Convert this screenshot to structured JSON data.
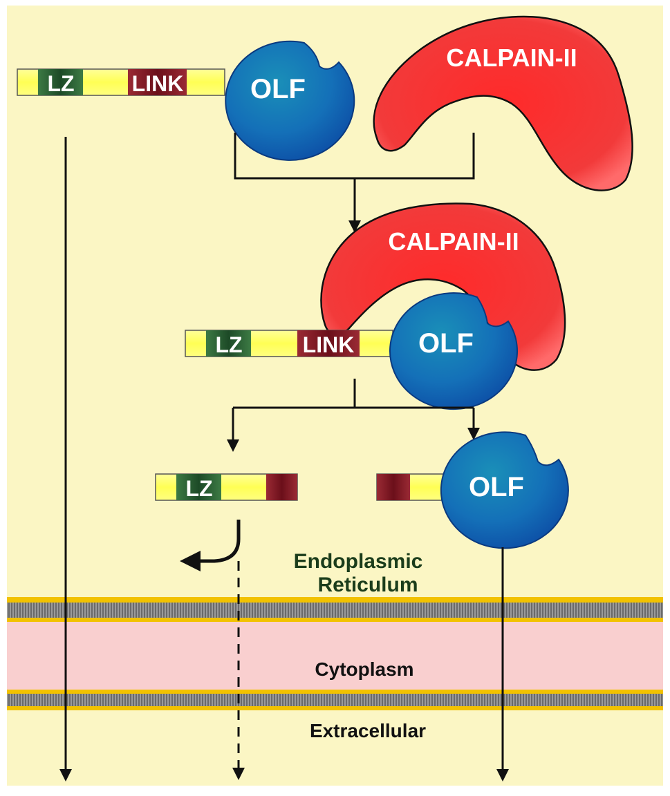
{
  "labels": {
    "lz": "LZ",
    "link": "LINK",
    "olf": "OLF",
    "calpain": "CALPAIN-II",
    "er_line1": "Endoplasmic",
    "er_line2": "Reticulum",
    "cytoplasm": "Cytoplasm",
    "extracellular": "Extracellular"
  },
  "colors": {
    "background": "#fbf6c4",
    "cytoplasm": "#f9cfcf",
    "gene_bar": "#ffff66",
    "lz_domain": "#1f4d2a",
    "link_domain": "#7a1420",
    "olf_domain": "#1466b8",
    "calpain": "#f03030",
    "text_region": "#1b3d1b",
    "arrow": "#111111"
  },
  "icons": [
    "olf-domain-sphere",
    "calpain-blob",
    "membrane-bilayer"
  ]
}
